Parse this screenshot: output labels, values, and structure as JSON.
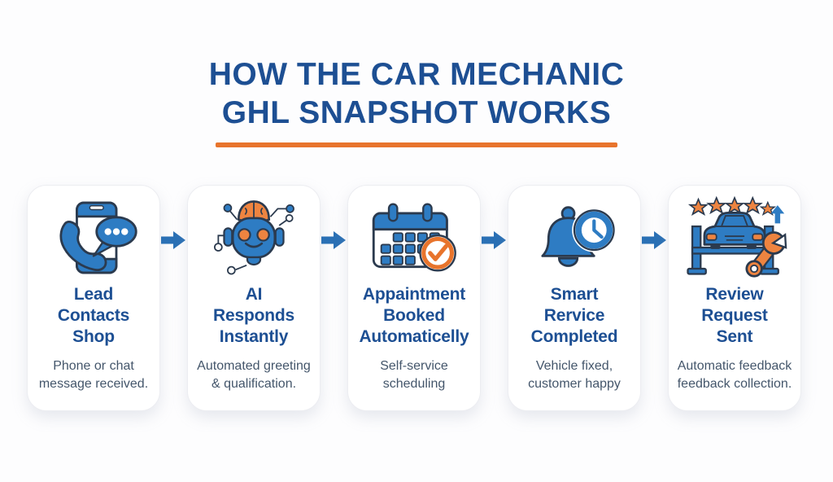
{
  "header": {
    "title_line1": "HOW THE CAR MECHANIC",
    "title_line2": "GHL SNAPSHOT WORKS"
  },
  "steps": [
    {
      "icon": "phone-chat-icon",
      "title_lines": [
        "Lead",
        "Contacts",
        "Shop"
      ],
      "subtitle": "Phone or chat message received."
    },
    {
      "icon": "ai-robot-icon",
      "title_lines": [
        "AI",
        "Responds",
        "Instantly"
      ],
      "subtitle": "Automated greeting & qualification."
    },
    {
      "icon": "calendar-check-icon",
      "title_lines": [
        "Appaintment",
        "Booked",
        "Automaticelly"
      ],
      "subtitle": "Self-service scheduling"
    },
    {
      "icon": "bell-clock-icon",
      "title_lines": [
        "Smart",
        "Rervice",
        "Completed"
      ],
      "subtitle": "Vehicle fixed, customer happy"
    },
    {
      "icon": "car-lift-wrench-icon",
      "title_lines": [
        "Review",
        "Request",
        "Sent"
      ],
      "subtitle": "Automatic feedback feedback collection."
    }
  ],
  "colors": {
    "title_blue": "#1d4f93",
    "accent_orange": "#e8742c",
    "icon_blue": "#2e7cc3",
    "icon_orange": "#ee8440",
    "icon_outline": "#2b3a4e",
    "subtitle_gray": "#44566b",
    "arrow_blue": "#2a70b5",
    "card_background": "#ffffff"
  }
}
